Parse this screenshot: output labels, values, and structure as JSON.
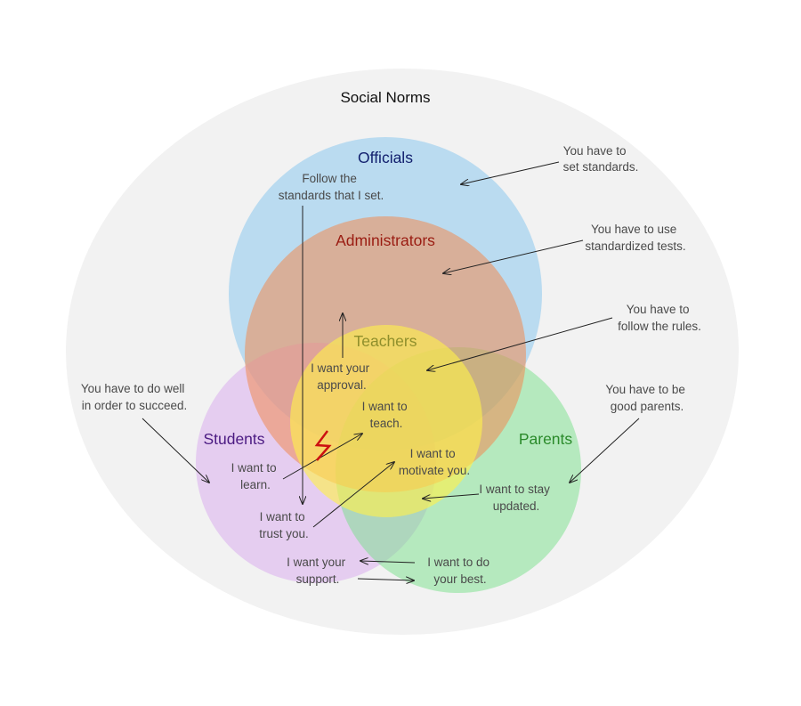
{
  "title": "Social Norms",
  "groups": {
    "officials": {
      "name": "Officials",
      "color": "#12206e",
      "fill": "#8cc8ef"
    },
    "administrators": {
      "name": "Administrators",
      "color": "#9a1c12",
      "fill": "#f08a52"
    },
    "teachers": {
      "name": "Teachers",
      "color": "#8f8f2c",
      "fill": "#fff04a"
    },
    "students": {
      "name": "Students",
      "color": "#4b1a82",
      "fill": "#d8a8ee"
    },
    "parents": {
      "name": "Parents",
      "color": "#2a8a2a",
      "fill": "#78e08a"
    }
  },
  "outside_notes": {
    "officials": [
      "You have to",
      "set standards."
    ],
    "administrators": [
      "You have to use",
      "standardized tests."
    ],
    "teachers": [
      "You have to",
      "follow the rules."
    ],
    "students": [
      "You have to do well",
      "in order to succeed."
    ],
    "parents": [
      "You have to be",
      "good parents."
    ]
  },
  "inside_notes": {
    "officials_standards": [
      "Follow the",
      "standards that I set."
    ],
    "teacher_approval": [
      "I want your",
      "approval."
    ],
    "teacher_teach": [
      "I want to",
      "teach."
    ],
    "teacher_motivate": [
      "I want to",
      "motivate you."
    ],
    "student_learn": [
      "I want to",
      "learn."
    ],
    "student_trust": [
      "I want to",
      "trust you."
    ],
    "student_support": [
      "I want your",
      "support."
    ],
    "parent_updated": [
      "I want to stay",
      "updated."
    ],
    "parent_best": [
      "I want to do",
      "your best."
    ]
  },
  "conflict_mark_icon": "red-lightning-icon"
}
